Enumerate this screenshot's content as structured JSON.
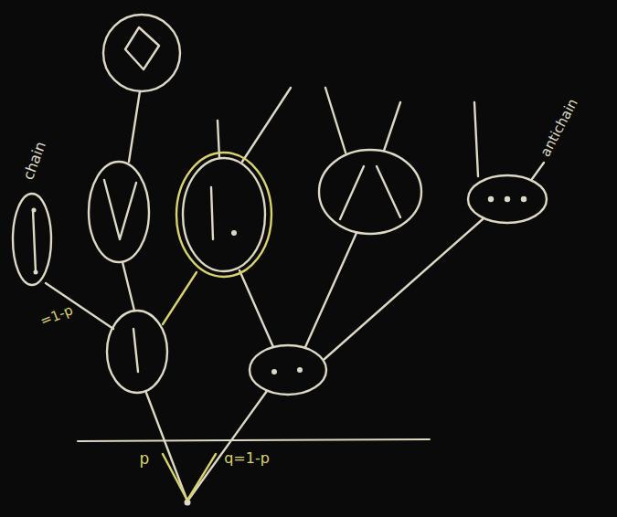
{
  "diagram": {
    "nodes": [
      {
        "text": [
          "chain"
        ]
      },
      {
        "text": [
          "antichain"
        ]
      }
    ],
    "labels": [
      "=1-p",
      "p",
      "q=1-p"
    ]
  }
}
